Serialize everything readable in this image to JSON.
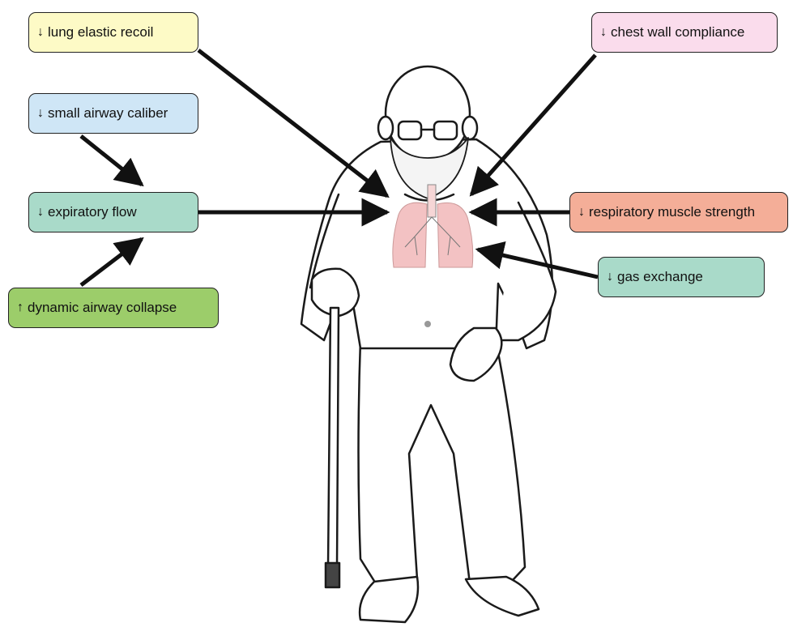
{
  "boxes": {
    "lung_elastic_recoil": {
      "arrow": "↓",
      "label": "lung elastic recoil",
      "color": "#fdfac6"
    },
    "small_airway_caliber": {
      "arrow": "↓",
      "label": "small airway caliber",
      "color": "#cfe6f6"
    },
    "expiratory_flow": {
      "arrow": "↓",
      "label": "expiratory flow",
      "color": "#a9dac9"
    },
    "dynamic_airway_collapse": {
      "arrow": "↑",
      "label": "dynamic airway collapse",
      "color": "#9ccd6a"
    },
    "chest_wall_compliance": {
      "arrow": "↓",
      "label": "chest wall compliance",
      "color": "#fadcec"
    },
    "respiratory_muscle_strength": {
      "arrow": "↓",
      "label": "respiratory muscle strength",
      "color": "#f4ae98"
    },
    "gas_exchange": {
      "arrow": "↓",
      "label": "gas exchange",
      "color": "#a9dac9"
    }
  },
  "colors": {
    "arrow": "#111111",
    "lungs": "#f3c2c3",
    "figure_line": "#1a1a1a"
  }
}
